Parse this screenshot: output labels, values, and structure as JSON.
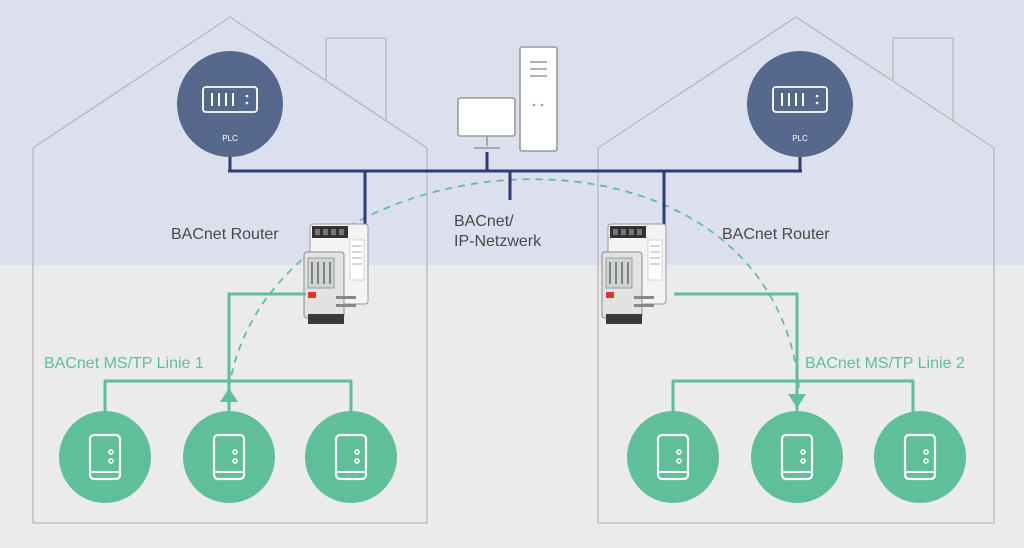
{
  "labels": {
    "plc_left": "PLC",
    "plc_right": "PLC",
    "router_left": "BACnet Router",
    "router_right": "BACnet Router",
    "network_line1": "BACnet/",
    "network_line2": "IP-Netzwerk",
    "mstp_left": "BACnet MS/TP Linie 1",
    "mstp_right": "BACnet MS/TP Linie 2"
  },
  "colors": {
    "top_band": "#dcdfed",
    "bottom_band": "#ebebeb",
    "house_outline": "#b8b8b8",
    "network_line": "#2b3c78",
    "plc_fill": "#56698c",
    "mstp_green": "#5fbf9a",
    "label_text": "#4a4a4a",
    "device_icon": "#ffffff",
    "computer_outline": "#9a9a9a"
  },
  "icons": {
    "plc": "plc-controller-icon",
    "workstation": "desktop-computer-icon",
    "server": "server-tower-icon",
    "router": "din-rail-router-icon",
    "field_device": "field-device-icon"
  },
  "field_devices_per_line": 3
}
